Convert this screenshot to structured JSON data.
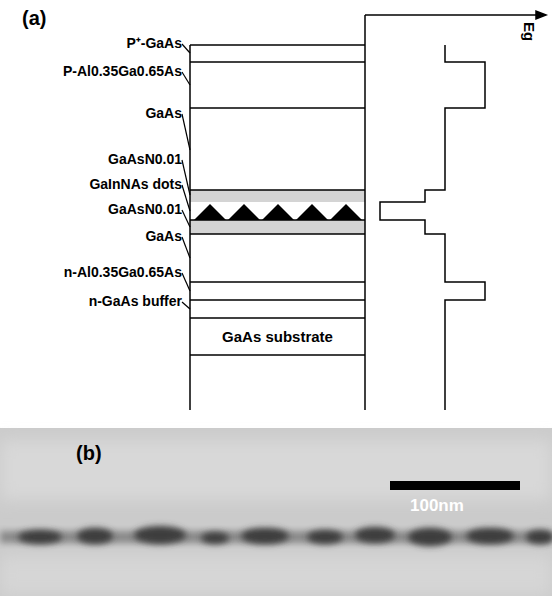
{
  "diagram": {
    "nodes": [
      {
        "text": [
          "GaAs substrate"
        ]
      }
    ],
    "labels": [
      "(a)",
      "P⁺-GaAs",
      "P-Al0.35Ga0.65As",
      "GaAs",
      "GaAsN0.01",
      "GaInNAs dots",
      "GaAsN0.01",
      "GaAs",
      "n-Al0.35Ga0.65As",
      "n-GaAs buffer",
      "Eg",
      "(b)",
      "100nm"
    ]
  }
}
